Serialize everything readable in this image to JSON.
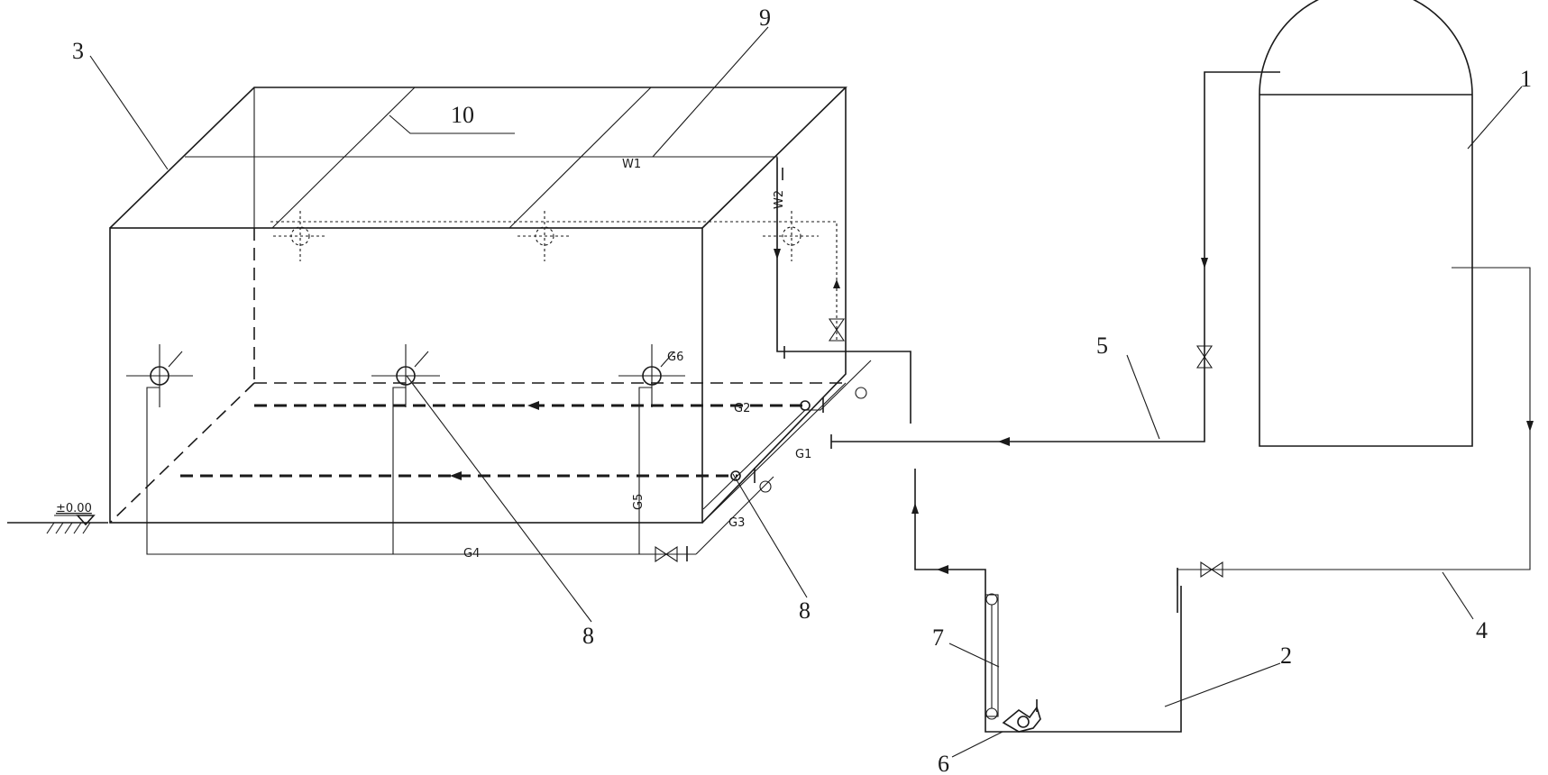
{
  "callouts": {
    "c1": "1",
    "c2": "2",
    "c3": "3",
    "c4": "4",
    "c5": "5",
    "c6": "6",
    "c7": "7",
    "c8a": "8",
    "c8b": "8",
    "c9": "9",
    "c10": "10"
  },
  "pipes": {
    "w1": "W1",
    "w2": "W2",
    "g1": "G1",
    "g2": "G2",
    "g3": "G3",
    "g4": "G4",
    "g5": "G5",
    "g6": "G6"
  },
  "elevation": "±0.00"
}
